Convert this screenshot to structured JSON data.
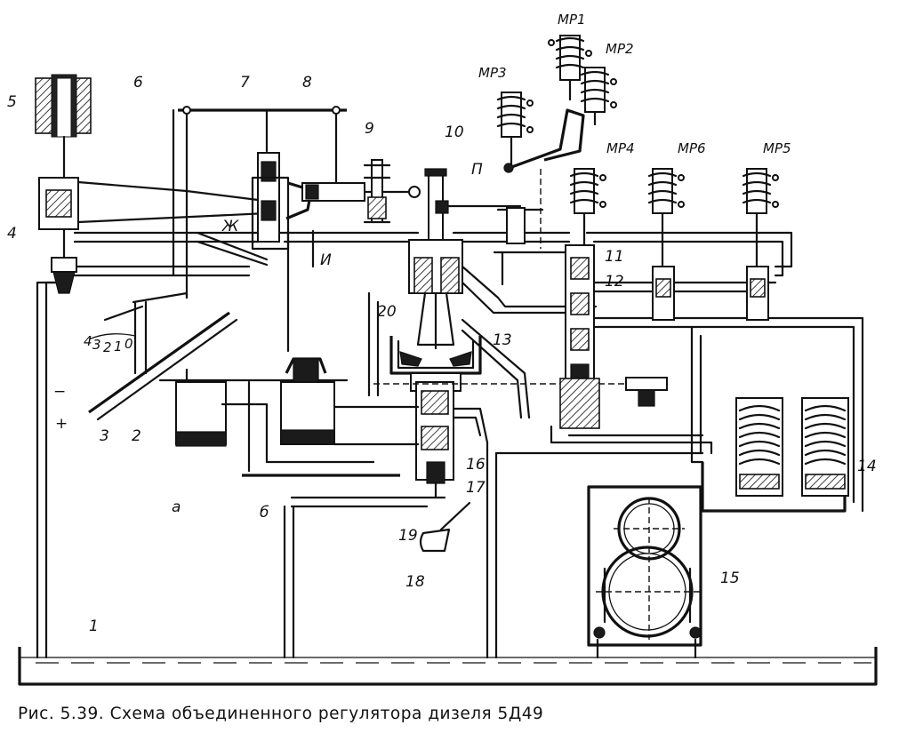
{
  "caption": "Рис. 5.39. Схема объединенного регулятора дизеля 5Д49",
  "labels": {
    "n1": "1",
    "n2": "2",
    "n3": "3",
    "n4": "4",
    "n5": "5",
    "n6": "6",
    "n7": "7",
    "n8": "8",
    "n9": "9",
    "n10": "10",
    "n11": "11",
    "n12": "12",
    "n13": "13",
    "n14": "14",
    "n15": "15",
    "n16": "16",
    "n17": "17",
    "n18": "18",
    "n19": "19",
    "n20": "20",
    "a": "а",
    "b": "б",
    "zh": "Ж",
    "i": "И",
    "p": "П",
    "mr1": "МР1",
    "mr2": "МР2",
    "mr3": "МР3",
    "mr4": "МР4",
    "mr5": "МР5",
    "mr6": "МР6",
    "minus": "−",
    "plus": "+"
  },
  "scale_digits": [
    "4",
    "3",
    "2",
    "1",
    "0"
  ]
}
